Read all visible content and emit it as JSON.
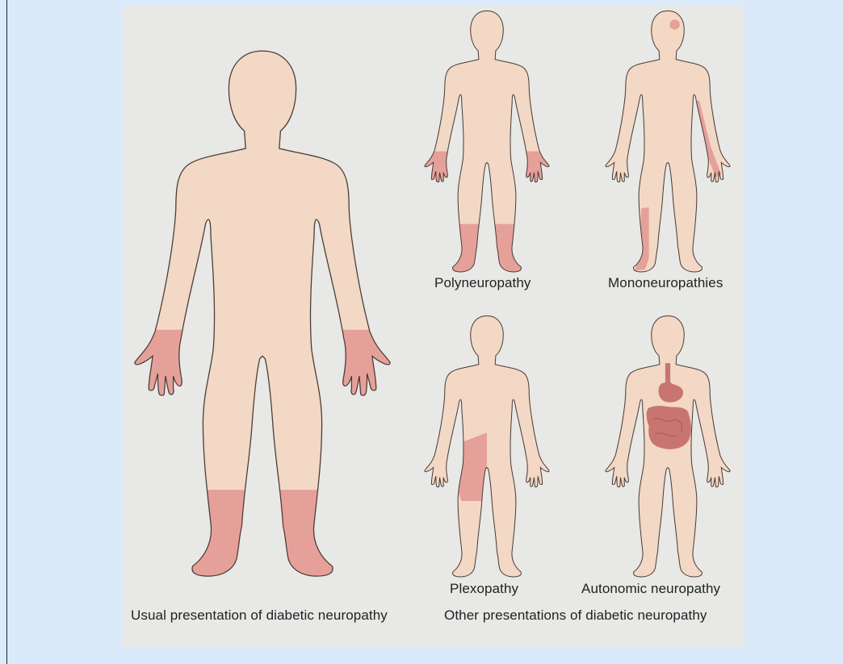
{
  "figure": {
    "colors": {
      "background": "#dbeafb",
      "panel": "#e8e8e6",
      "skin": "#f2d8c5",
      "outline": "#4a3c35",
      "affected": "#e6a09a",
      "organs": "#c87572"
    },
    "labels": {
      "polyneuropathy": "Polyneuropathy",
      "mononeuropathies": "Mononeuropathies",
      "plexopathy": "Plexopathy",
      "autonomic": "Autonomic neuropathy",
      "usual": "Usual presentation of diabetic neuropathy",
      "other": "Other presentations of diabetic neuropathy"
    }
  }
}
